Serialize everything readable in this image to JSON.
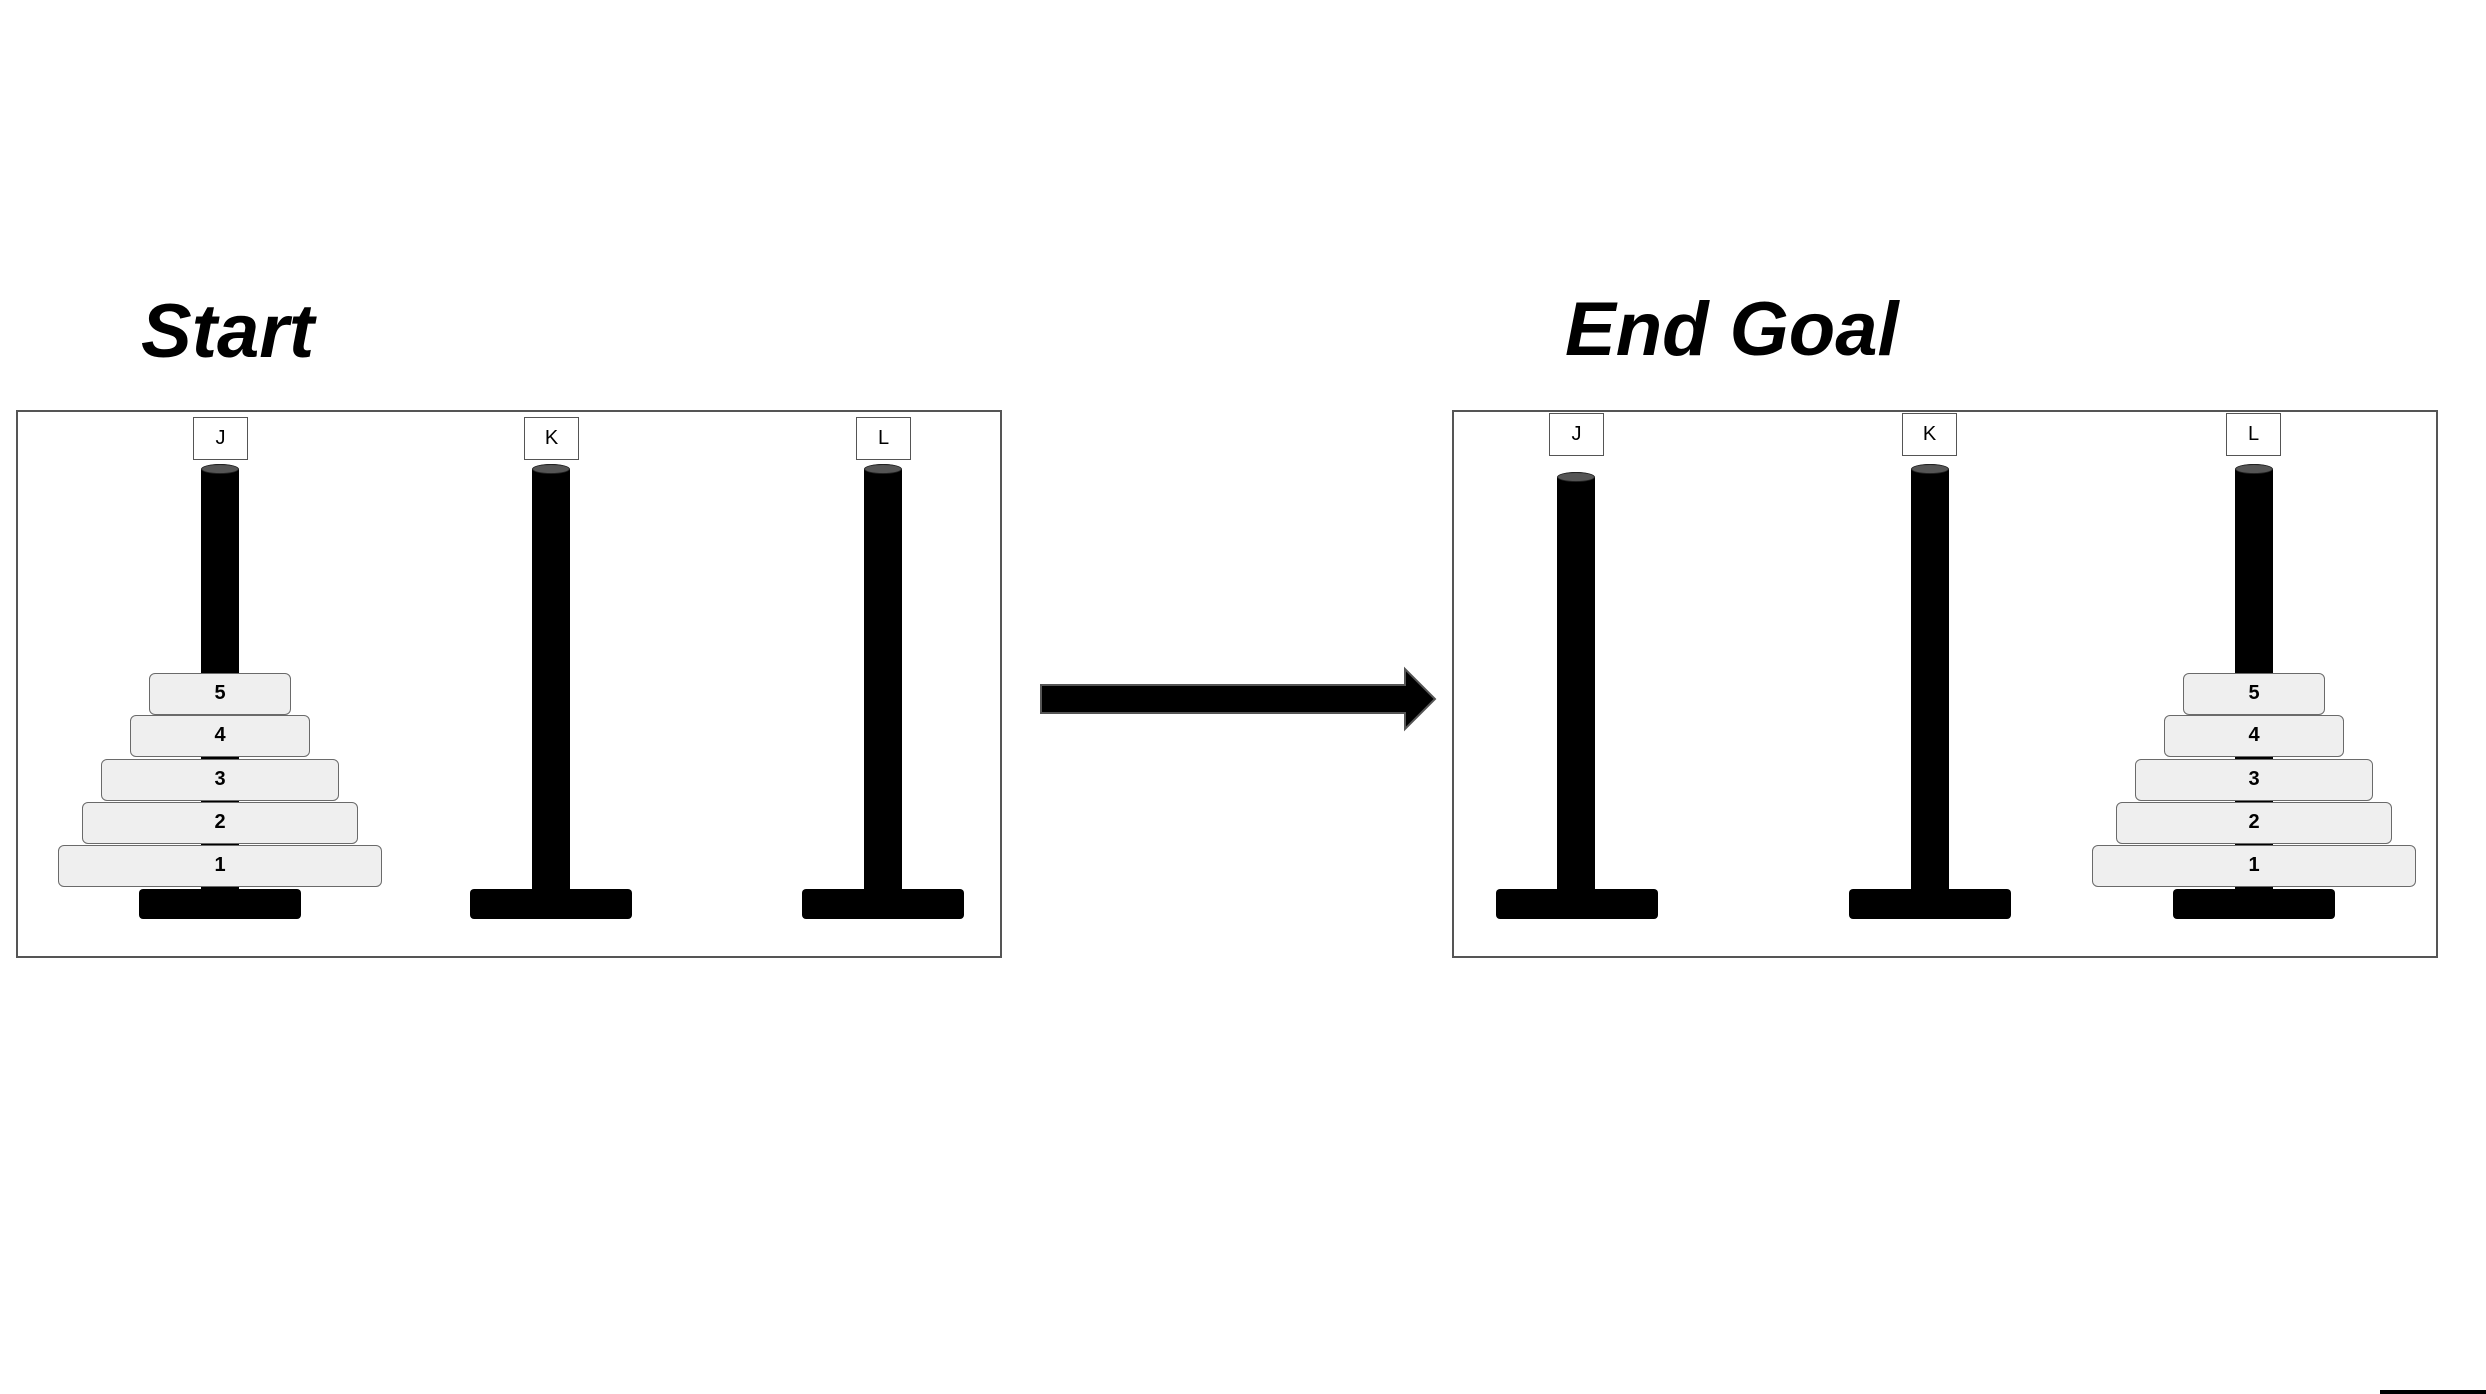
{
  "headings": {
    "start": "Start",
    "end": "End Goal"
  },
  "start": {
    "pegs": [
      {
        "label": "J",
        "disks": [
          "1",
          "2",
          "3",
          "4",
          "5"
        ]
      },
      {
        "label": "K",
        "disks": []
      },
      {
        "label": "L",
        "disks": []
      }
    ]
  },
  "end": {
    "pegs": [
      {
        "label": "J",
        "disks": []
      },
      {
        "label": "K",
        "disks": []
      },
      {
        "label": "L",
        "disks": [
          "1",
          "2",
          "3",
          "4",
          "5"
        ]
      }
    ]
  },
  "colors": {
    "rod": "#000000",
    "disk_fill": "#efefef",
    "disk_border": "#6a6a6a",
    "panel_border": "#555555"
  }
}
